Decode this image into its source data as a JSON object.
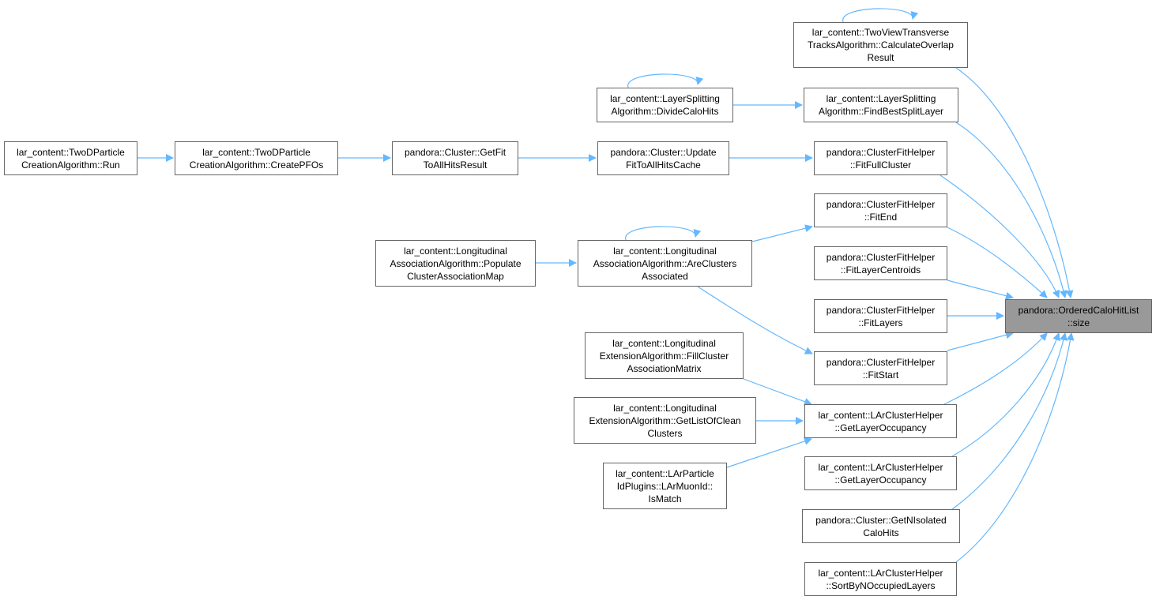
{
  "colors": {
    "edge": "#63b8ff",
    "node_border": "#666666",
    "target_fill": "#999999"
  },
  "nodes": {
    "n1": {
      "lines": [
        "lar_content::TwoViewTransverse",
        "TracksAlgorithm::CalculateOverlap",
        "Result"
      ]
    },
    "n2": {
      "lines": [
        "lar_content::LayerSplitting",
        "Algorithm::DivideCaloHits"
      ]
    },
    "n3": {
      "lines": [
        "lar_content::LayerSplitting",
        "Algorithm::FindBestSplitLayer"
      ]
    },
    "n4": {
      "lines": [
        "lar_content::TwoDParticle",
        "CreationAlgorithm::Run"
      ]
    },
    "n5": {
      "lines": [
        "lar_content::TwoDParticle",
        "CreationAlgorithm::CreatePFOs"
      ]
    },
    "n6": {
      "lines": [
        "pandora::Cluster::GetFit",
        "ToAllHitsResult"
      ]
    },
    "n7": {
      "lines": [
        "pandora::Cluster::Update",
        "FitToAllHitsCache"
      ]
    },
    "n8": {
      "lines": [
        "pandora::ClusterFitHelper",
        "::FitFullCluster"
      ]
    },
    "n9": {
      "lines": [
        "pandora::ClusterFitHelper",
        "::FitEnd"
      ]
    },
    "n10": {
      "lines": [
        "lar_content::Longitudinal",
        "AssociationAlgorithm::Populate",
        "ClusterAssociationMap"
      ]
    },
    "n11": {
      "lines": [
        "lar_content::Longitudinal",
        "AssociationAlgorithm::AreClusters",
        "Associated"
      ]
    },
    "n12": {
      "lines": [
        "pandora::ClusterFitHelper",
        "::FitLayerCentroids"
      ]
    },
    "n13": {
      "lines": [
        "pandora::ClusterFitHelper",
        "::FitLayers"
      ]
    },
    "n14": {
      "lines": [
        "pandora::OrderedCaloHitList",
        "::size"
      ]
    },
    "n15": {
      "lines": [
        "lar_content::Longitudinal",
        "ExtensionAlgorithm::FillCluster",
        "AssociationMatrix"
      ]
    },
    "n16": {
      "lines": [
        "pandora::ClusterFitHelper",
        "::FitStart"
      ]
    },
    "n17": {
      "lines": [
        "lar_content::Longitudinal",
        "ExtensionAlgorithm::GetListOfClean",
        "Clusters"
      ]
    },
    "n18": {
      "lines": [
        "lar_content::LArClusterHelper",
        "::GetLayerOccupancy"
      ]
    },
    "n19": {
      "lines": [
        "lar_content::LArParticle",
        "IdPlugins::LArMuonId::",
        "IsMatch"
      ]
    },
    "n20": {
      "lines": [
        "lar_content::LArClusterHelper",
        "::GetLayerOccupancy"
      ]
    },
    "n21": {
      "lines": [
        "pandora::Cluster::GetNIsolated",
        "CaloHits"
      ]
    },
    "n22": {
      "lines": [
        "lar_content::LArClusterHelper",
        "::SortByNOccupiedLayers"
      ]
    }
  }
}
